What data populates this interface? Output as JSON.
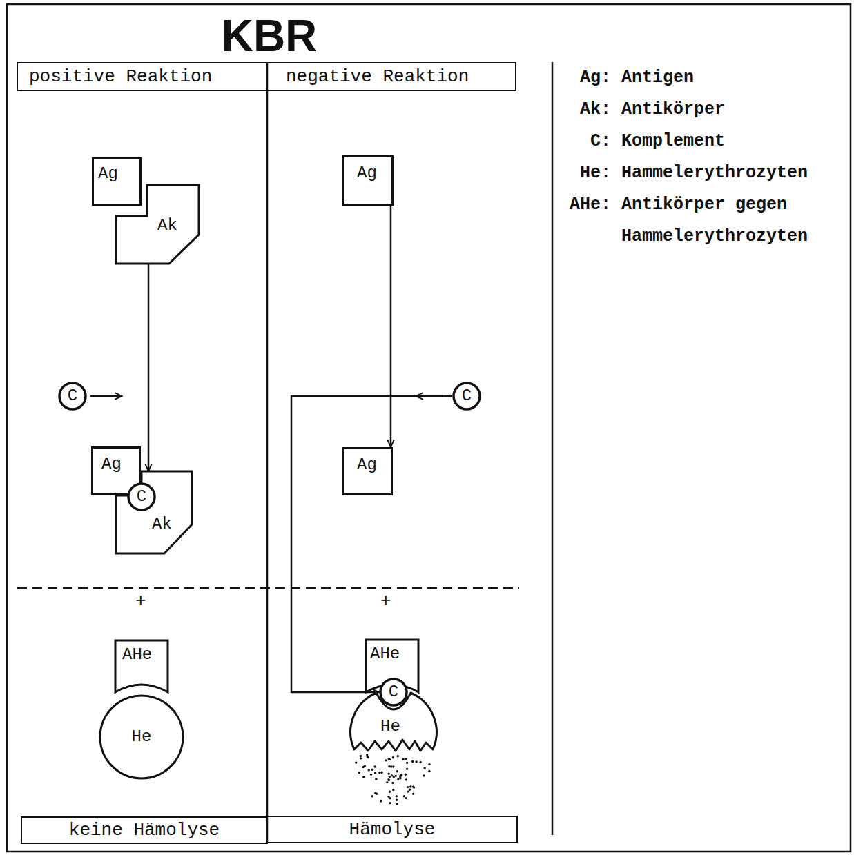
{
  "diagram": {
    "title": "KBR",
    "nodes": [
      {
        "text": [
          "positive Reaktion"
        ]
      },
      {
        "text": [
          "negative Reaktion"
        ]
      },
      {
        "text": [
          "Ag"
        ]
      },
      {
        "text": [
          "Ak"
        ]
      },
      {
        "text": [
          "C"
        ]
      },
      {
        "text": [
          "Ag"
        ]
      },
      {
        "text": [
          "Ak"
        ]
      },
      {
        "text": [
          "C"
        ]
      },
      {
        "text": [
          "AHe"
        ]
      },
      {
        "text": [
          "He"
        ]
      },
      {
        "text": [
          "keine Hämolyse"
        ]
      },
      {
        "text": [
          "Ag"
        ]
      },
      {
        "text": [
          "C"
        ]
      },
      {
        "text": [
          "Ag"
        ]
      },
      {
        "text": [
          "AHe"
        ]
      },
      {
        "text": [
          "C"
        ]
      },
      {
        "text": [
          "He"
        ]
      },
      {
        "text": [
          "Hämolyse"
        ]
      }
    ],
    "edges": [
      {
        "from": 3,
        "to": 6,
        "arrow": "to"
      },
      {
        "from": 11,
        "to": 13,
        "arrow": "to"
      },
      {
        "from": 12,
        "to": 15,
        "arrow": "to"
      }
    ],
    "labels": [
      "+",
      "+"
    ],
    "legend": [
      {
        "text": "Ag: Antigen"
      },
      {
        "text": "Ak: Antikörper"
      },
      {
        "text": "C: Komplement"
      },
      {
        "text": "He: Hammelerythrozyten"
      },
      {
        "text": "AHe: Antikörper gegen Hammelerythrozyten"
      }
    ]
  }
}
